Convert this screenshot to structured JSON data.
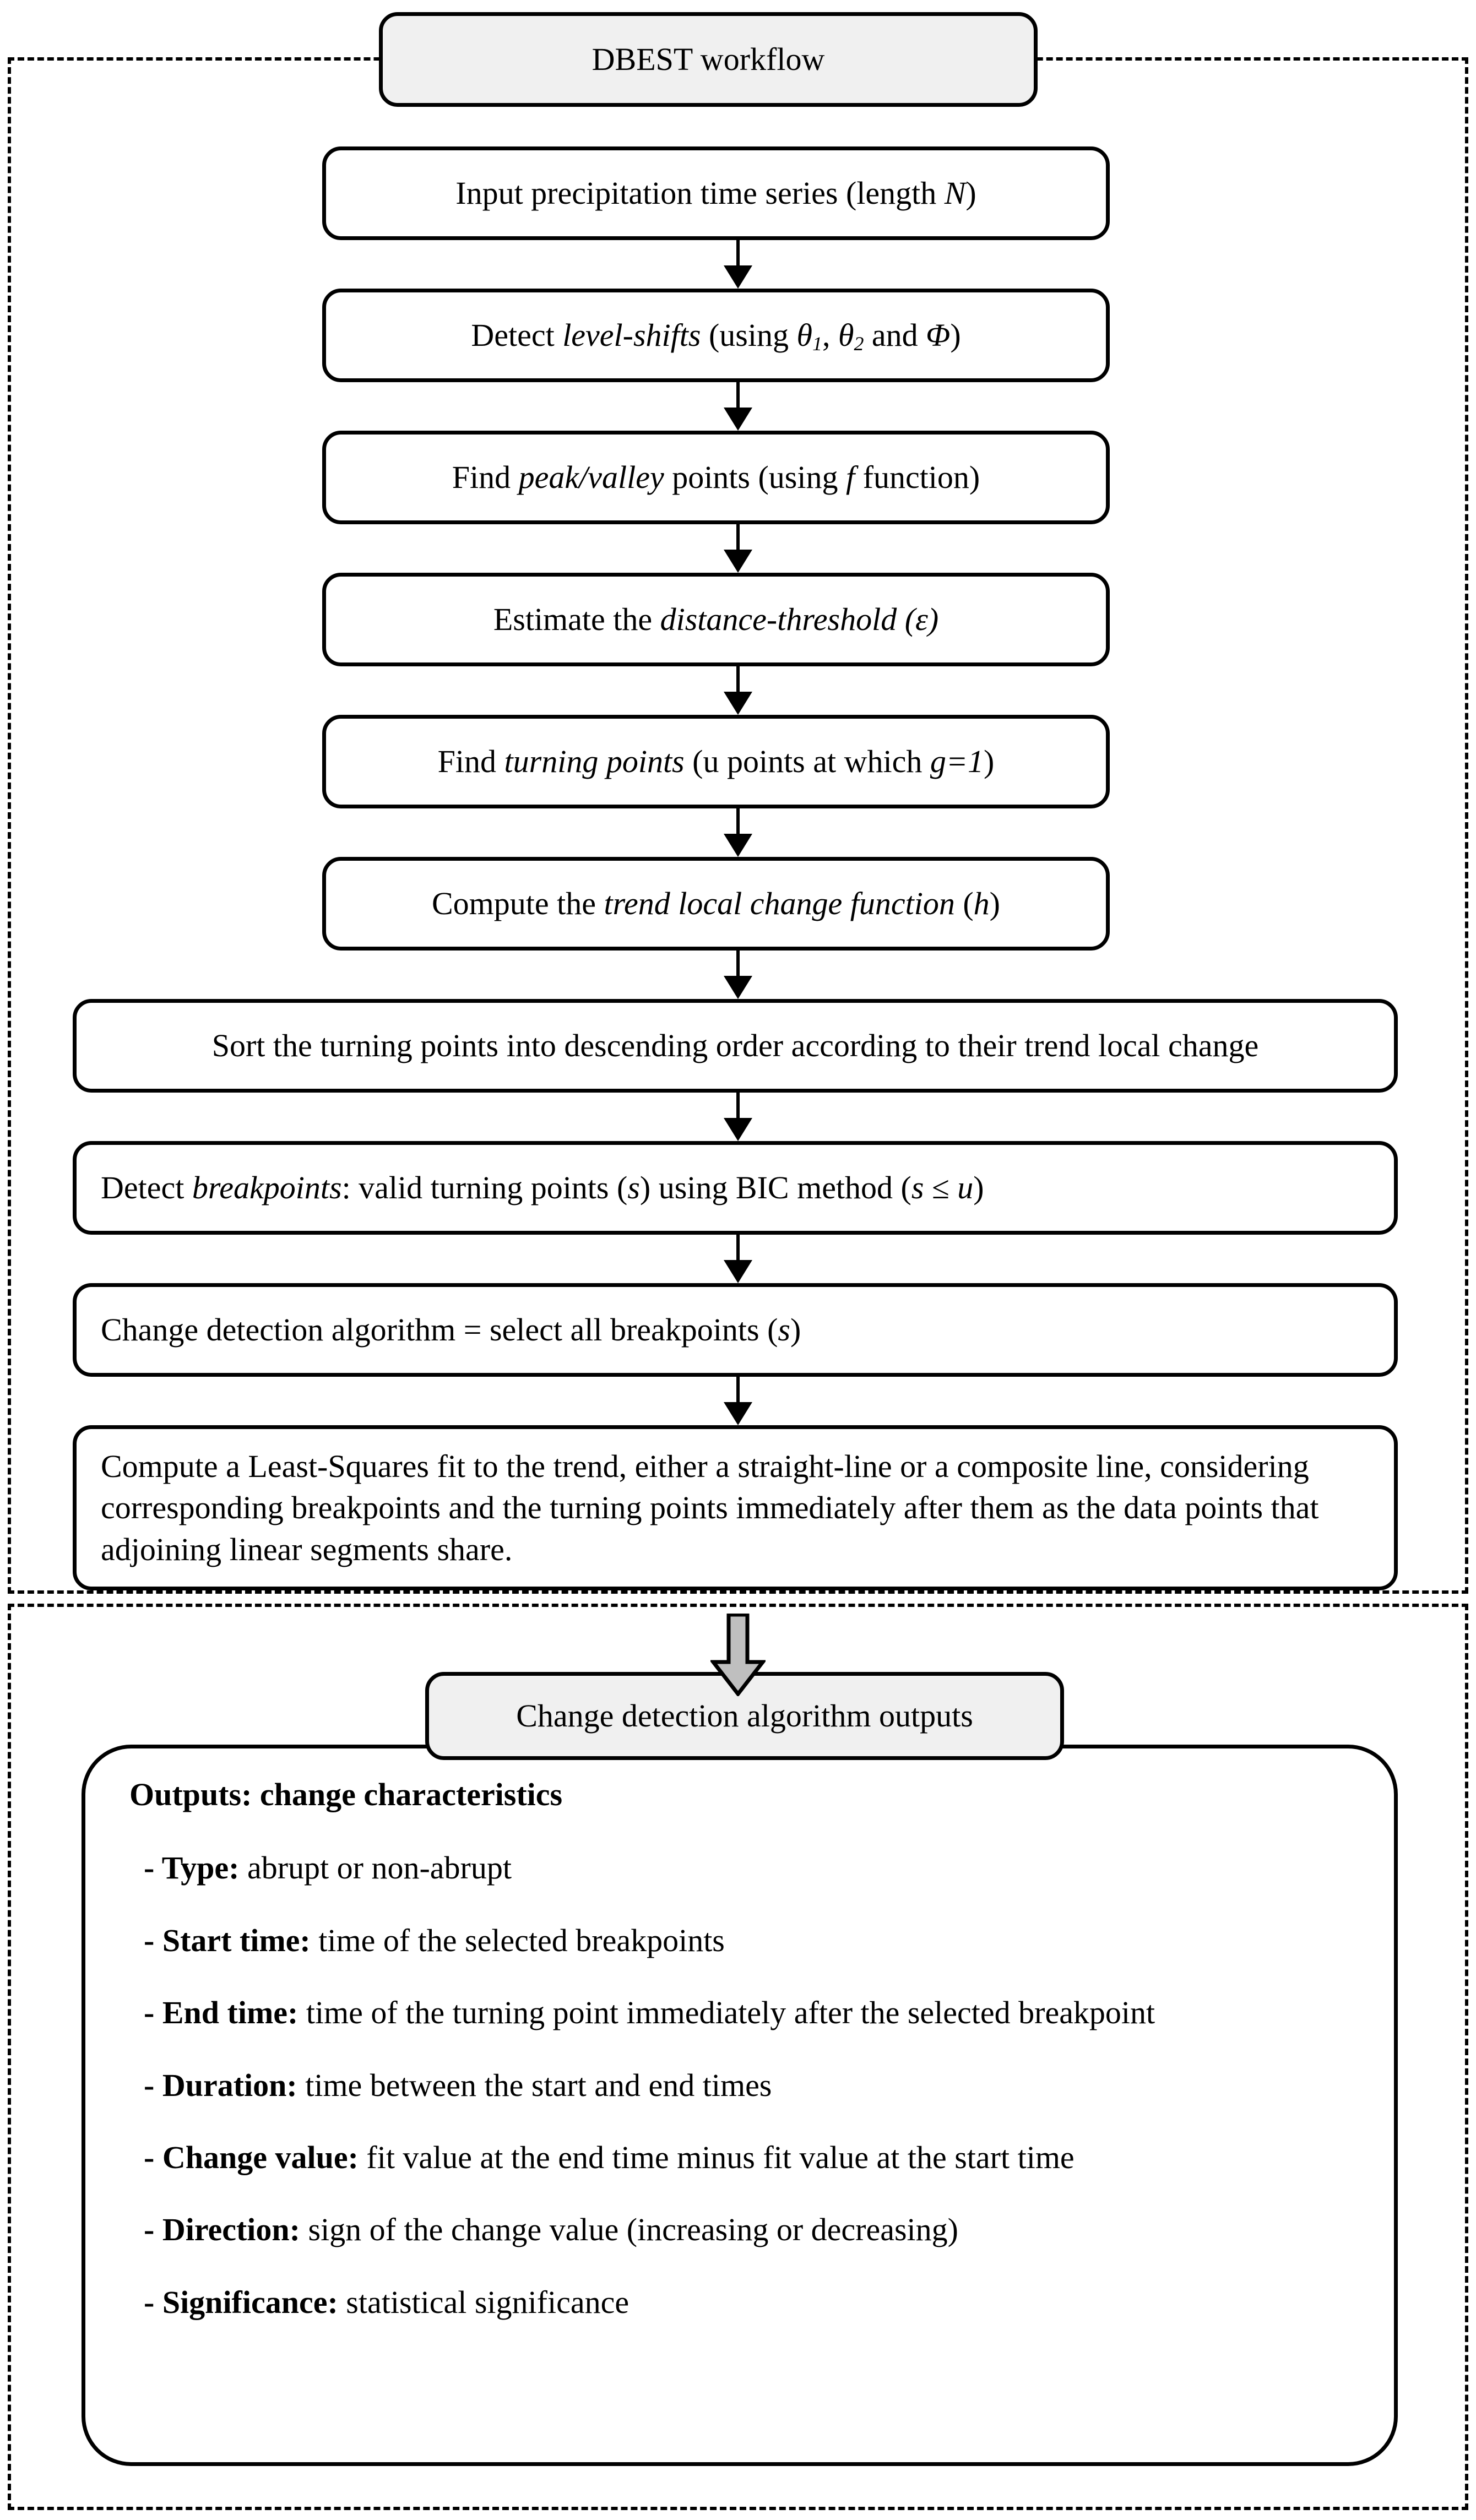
{
  "diagram": {
    "title": "DBEST workflow",
    "sections": {
      "workflow_label": "DBEST workflow",
      "outputs_label": "Change detection algorithm outputs"
    },
    "steps": [
      {
        "id": "input",
        "text_html": "Input precipitation time series (length <i>N</i>)"
      },
      {
        "id": "level-shifts",
        "text_html": "Detect <i>level-shifts</i> (using <i>θ<sub>1</sub></i>, <i>θ<sub>2</sub></i> and <i>Φ</i>)"
      },
      {
        "id": "peak-valley",
        "text_html": "Find <i>peak/valley</i> points (using <i>f</i> function)"
      },
      {
        "id": "distance-threshold",
        "text_html": "Estimate the <i>distance-threshold (ε)</i>"
      },
      {
        "id": "turning-points",
        "text_html": "Find <i>turning points</i> (u points at which <i>g=1</i>)"
      },
      {
        "id": "trend-local-change",
        "text_html": "Compute the <i>trend local change function</i> (<i>h</i>)"
      },
      {
        "id": "sort",
        "text_html": "Sort the turning points into descending order according to their trend local change"
      },
      {
        "id": "breakpoints",
        "text_html": "Detect <i>breakpoints</i>: valid turning points (<i>s</i>) using BIC method (<i>s</i> ≤ <i>u</i>)"
      },
      {
        "id": "select-all",
        "text_html": "Change detection algorithm = select all breakpoints (<i>s</i>)"
      },
      {
        "id": "least-squares",
        "text_html": "Compute a Least-Squares fit to the trend, either a straight-line or a composite line, considering corresponding breakpoints and the turning points immediately after them as the data points that adjoining linear segments share."
      }
    ],
    "outputs": {
      "heading": "Outputs: change characteristics",
      "items": [
        {
          "label": "- Type:",
          "desc": " abrupt or non-abrupt"
        },
        {
          "label": "- Start time:",
          "desc": " time of the selected breakpoints"
        },
        {
          "label": "- End time:",
          "desc": " time of the turning point immediately after the selected breakpoint"
        },
        {
          "label": "- Duration:",
          "desc": " time between the start and end times"
        },
        {
          "label": "- Change value:",
          "desc": " fit value at the end time minus fit value at the start time"
        },
        {
          "label": "-  Direction:",
          "desc": " sign of the change value (increasing or decreasing)"
        },
        {
          "label": "- Significance:",
          "desc": " statistical significance"
        }
      ]
    },
    "colors": {
      "stroke": "#000000",
      "header_fill": "#f0f0f0",
      "block_arrow_fill": "#bfbfbf",
      "background": "#ffffff"
    }
  }
}
